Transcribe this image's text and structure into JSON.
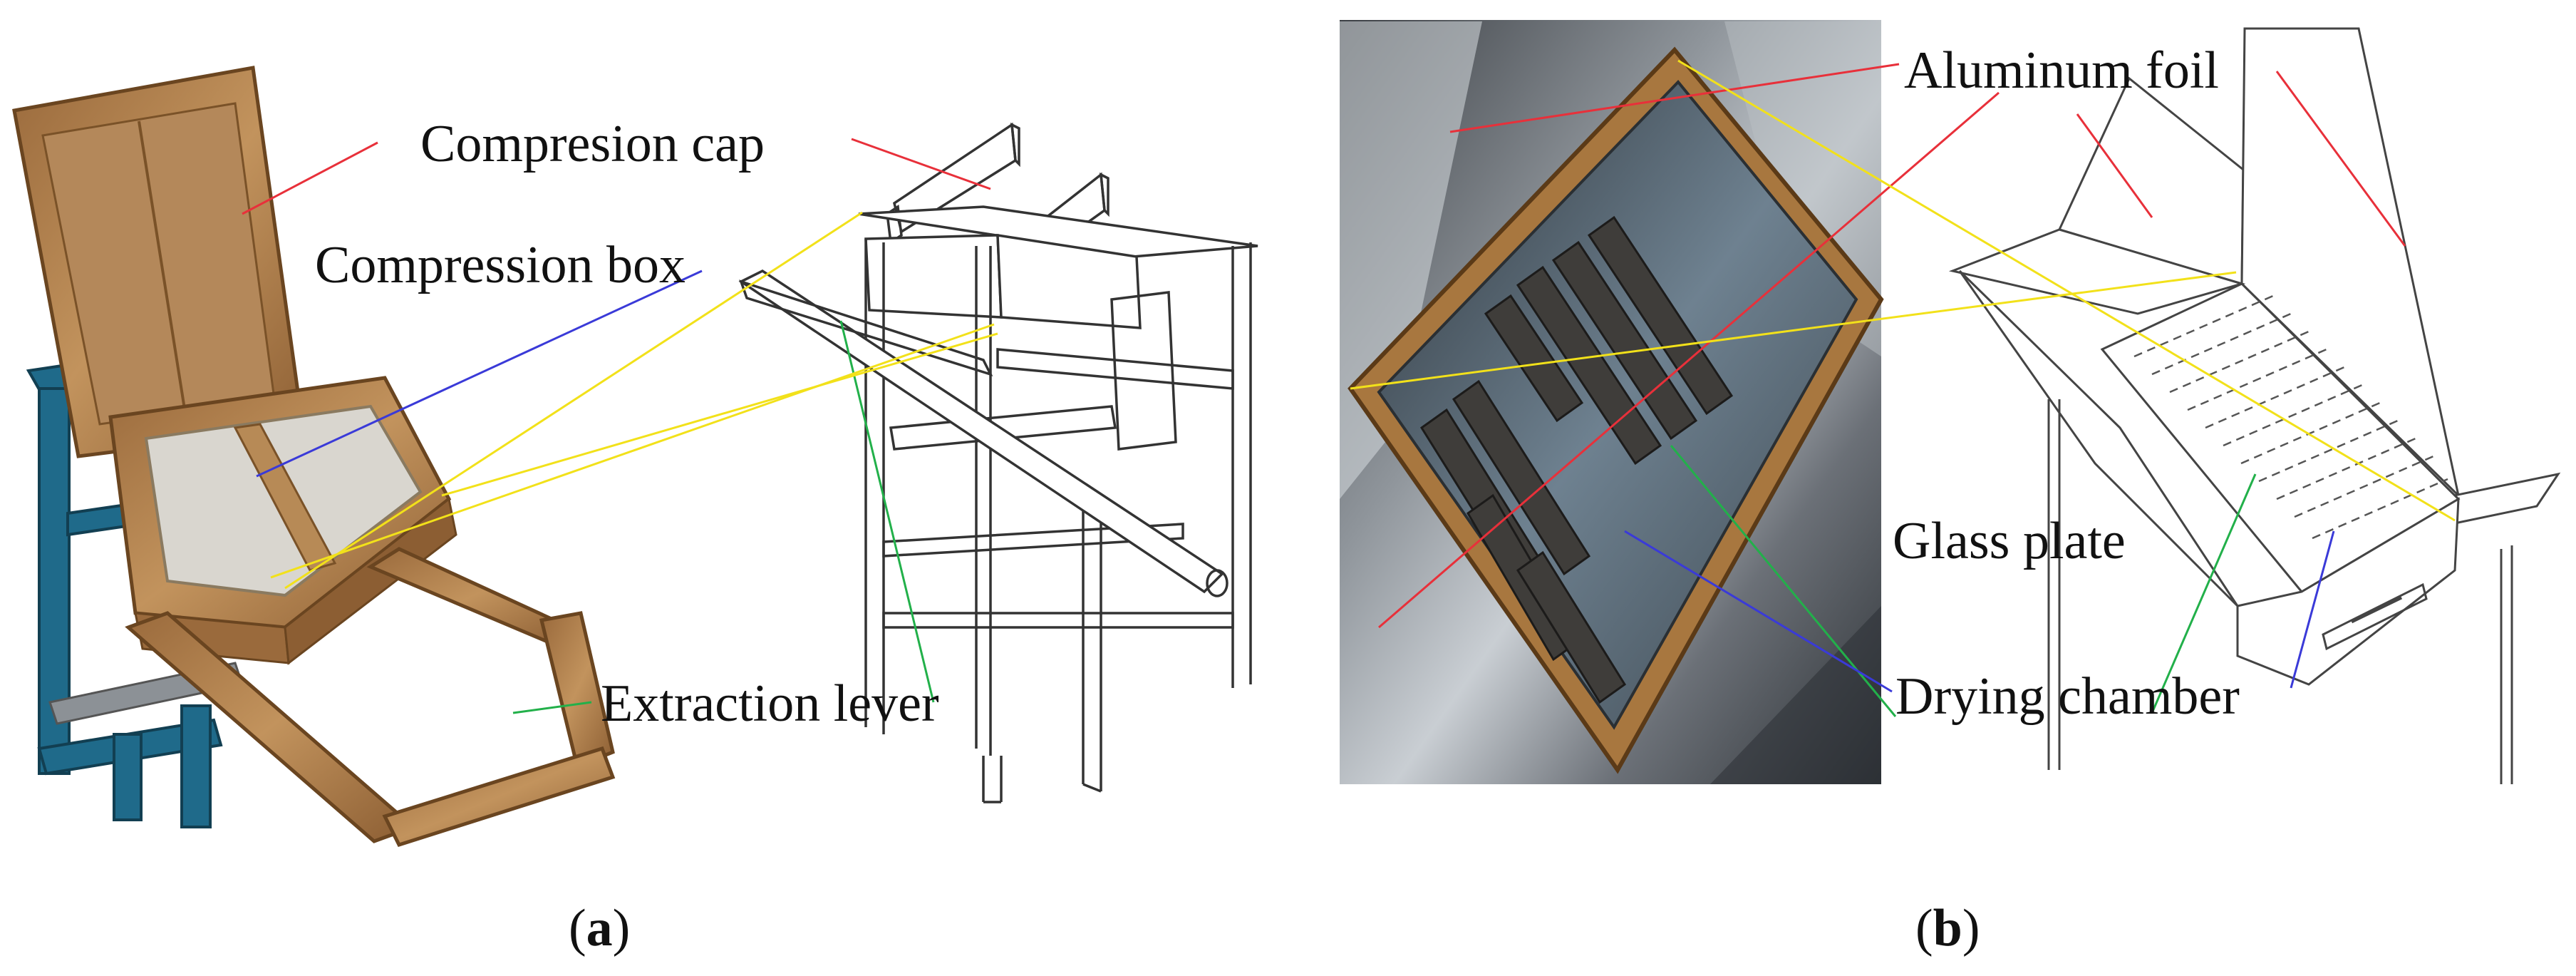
{
  "panels": [
    {
      "id": "a",
      "caption": {
        "open": "(",
        "letter": "a",
        "close": ")"
      },
      "labels": {
        "cap": "Compresion cap",
        "box": "Compression box",
        "lever": "Extraction lever"
      }
    },
    {
      "id": "b",
      "caption": {
        "open": "(",
        "letter": "b",
        "close": ")"
      },
      "labels": {
        "foil": "Aluminum foil",
        "glass": "Glass plate",
        "chamber": "Drying chamber"
      }
    }
  ],
  "colors": {
    "callout_red": "#e8303a",
    "callout_blue": "#3a3ad8",
    "callout_green": "#22b04a",
    "connector_yellow": "#f2e11a",
    "wood": "#b5834e",
    "steel_blue": "#1f6a8a",
    "metal_gray": "#6f7479"
  },
  "icons": [
    "compression-machine-photo",
    "compression-machine-drawing",
    "solar-dryer-photo",
    "solar-dryer-drawing"
  ]
}
